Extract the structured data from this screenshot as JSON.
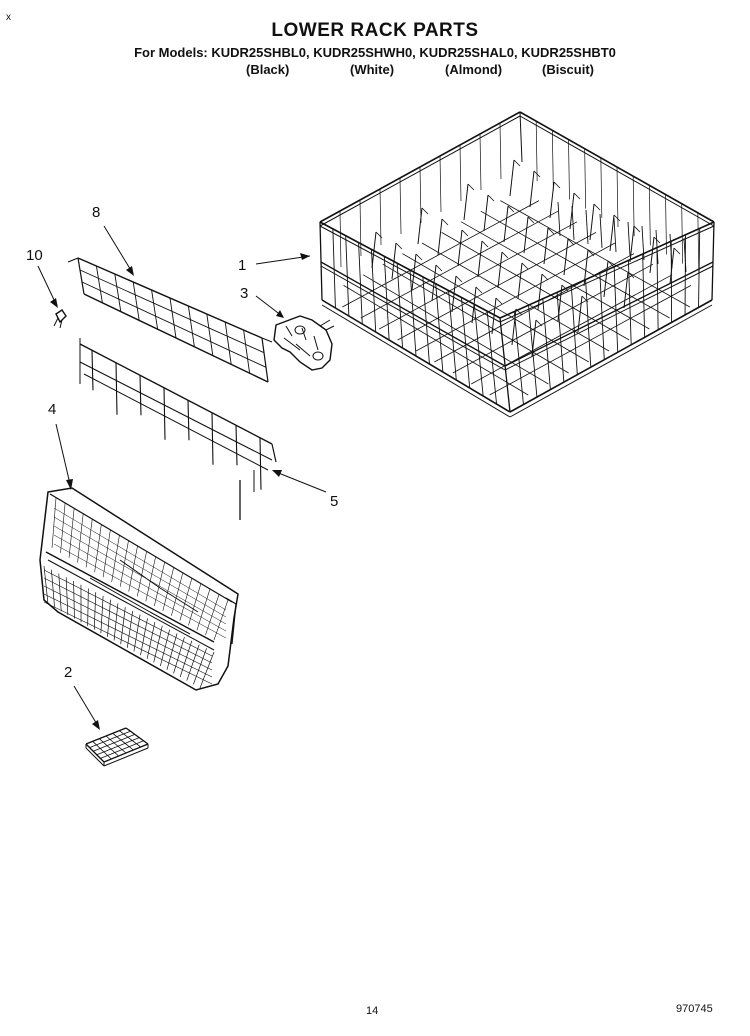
{
  "header": {
    "title": "LOWER RACK PARTS",
    "models": "For Models: KUDR25SHBL0, KUDR25SHWH0, KUDR25SHAL0, KUDR25SHBT0",
    "colors": [
      "(Black)",
      "(White)",
      "(Almond)",
      "(Biscuit)"
    ]
  },
  "corner_mark": "x",
  "callouts": {
    "c1": "1",
    "c2": "2",
    "c3": "3",
    "c4": "4",
    "c5": "5",
    "c8": "8",
    "c10": "10"
  },
  "footer": {
    "page_number": "14",
    "drawing_code": "970745"
  }
}
